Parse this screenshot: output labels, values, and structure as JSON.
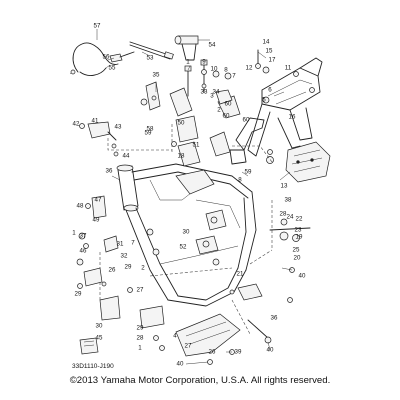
{
  "diagram": {
    "reference_code": "33D1110-J190",
    "copyright": "©2013 Yamaha Motor Corporation, U.S.A. All rights reserved.",
    "part_numbers": [
      "57",
      "53",
      "54",
      "56",
      "55",
      "35",
      "1",
      "9",
      "10",
      "8",
      "7",
      "14",
      "15",
      "17",
      "12",
      "11",
      "6",
      "5",
      "33",
      "34",
      "3",
      "60",
      "2",
      "60",
      "16",
      "42",
      "41",
      "43",
      "58",
      "50",
      "59",
      "51",
      "18",
      "44",
      "60",
      "13",
      "36",
      "59",
      "38",
      "8",
      "48",
      "47",
      "49",
      "1",
      "37",
      "46",
      "31",
      "7",
      "32",
      "29",
      "26",
      "2",
      "24",
      "27",
      "29",
      "28",
      "22",
      "19",
      "23",
      "25",
      "20",
      "21",
      "4",
      "40",
      "36",
      "30",
      "45",
      "29",
      "28",
      "1",
      "27",
      "26",
      "39",
      "40",
      "40",
      "30",
      "52",
      "3"
    ]
  }
}
